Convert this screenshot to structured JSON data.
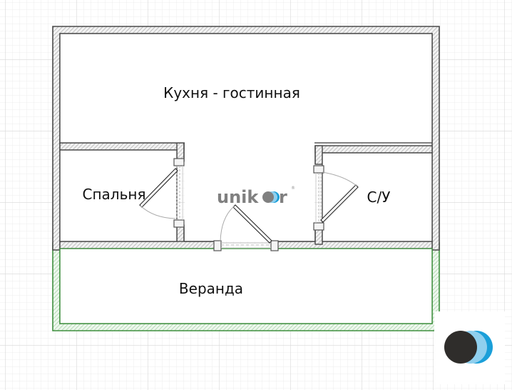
{
  "plan": {
    "rooms": [
      {
        "id": "kitchen",
        "label": "Кухня - гостинная"
      },
      {
        "id": "bedroom",
        "label": "Спальня"
      },
      {
        "id": "bathroom",
        "label": "С/У"
      },
      {
        "id": "veranda",
        "label": "Веранда"
      }
    ],
    "watermark": {
      "text_left": "unik",
      "text_right": "r",
      "registered": "®"
    },
    "colors": {
      "wall_stroke": "#4a4a4a",
      "wall_hatch": "#b8b8b8",
      "veranda_stroke": "#3f8f3f",
      "veranda_hatch": "#a6d3a6",
      "grid_minor": "#ededed",
      "grid_major": "#d6d6d6",
      "logo_dark": "#2f2d2b",
      "logo_light_blue": "#8fcfee",
      "logo_blue": "#1a9fd9"
    }
  }
}
